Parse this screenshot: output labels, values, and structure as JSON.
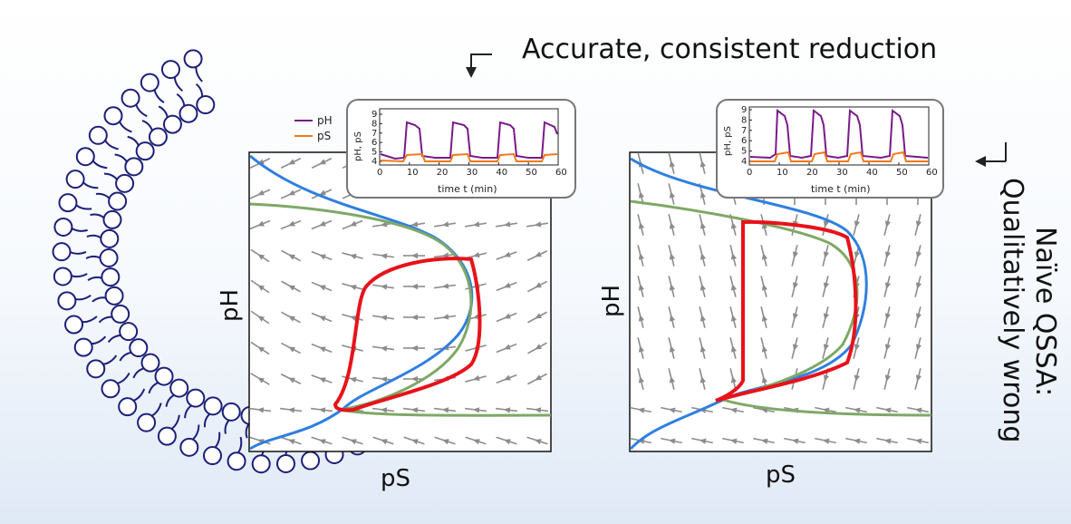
{
  "top_caption": "Accurate, consistent reduction",
  "side_caption_line1": "Naïve QSSA:",
  "side_caption_line2": "Qualitatively wrong",
  "left_panel": {
    "xlabel": "pS",
    "ylabel": "pH"
  },
  "right_panel": {
    "xlabel": "pS",
    "ylabel": "pH"
  },
  "left_inset": {
    "ylabel": "pH, pS",
    "xlabel": "time t (min)",
    "xticks": [
      "0",
      "10",
      "20",
      "30",
      "40",
      "50",
      "60"
    ],
    "yticks": [
      "4",
      "5",
      "6",
      "7",
      "8",
      "9"
    ],
    "legend": [
      "pH",
      "pS"
    ]
  },
  "right_inset": {
    "ylabel": "pH, pS",
    "xlabel": "time t (min)",
    "xticks": [
      "0",
      "10",
      "20",
      "30",
      "40",
      "50",
      "60"
    ],
    "yticks": [
      "4",
      "5",
      "6",
      "7",
      "8",
      "9"
    ]
  },
  "colors": {
    "limit_cycle": "#e8121a",
    "nullcline_blue": "#2f7fe0",
    "nullcline_green": "#7ea867",
    "flow_arrows": "#8c8c8c",
    "pH_trace": "#7a1a8a",
    "pS_trace": "#f07a1a",
    "membrane": "#1c1f78"
  }
}
